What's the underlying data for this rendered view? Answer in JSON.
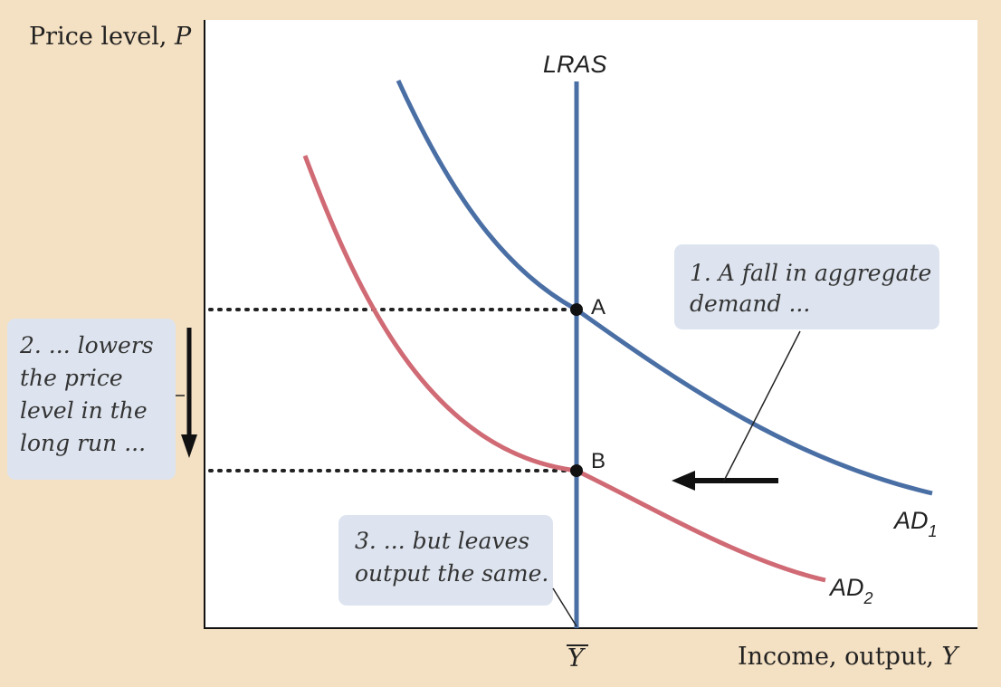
{
  "axes": {
    "y_label": "Price level, ",
    "y_symbol": "P",
    "x_label": "Income, output, ",
    "x_symbol": "Y",
    "x_tick": "Y"
  },
  "curves": {
    "lras": {
      "label": "LRAS",
      "color": "#4a6fa5"
    },
    "ad1": {
      "label": "AD",
      "subscript": "1",
      "color": "#4a6fa5"
    },
    "ad2": {
      "label": "AD",
      "subscript": "2",
      "color": "#d06a74"
    }
  },
  "points": {
    "a": "A",
    "b": "B"
  },
  "annotations": {
    "note1": [
      "1. A fall in aggregate",
      "demand ..."
    ],
    "note2": [
      "2. ... lowers",
      "the price",
      "level in the",
      "long run ..."
    ],
    "note3": [
      "3. ... but leaves",
      "output the same."
    ]
  },
  "colors": {
    "background": "#f4e0c2",
    "plot_area": "#ffffff",
    "note_box": "#dde4ef",
    "arrow": "#111111"
  }
}
